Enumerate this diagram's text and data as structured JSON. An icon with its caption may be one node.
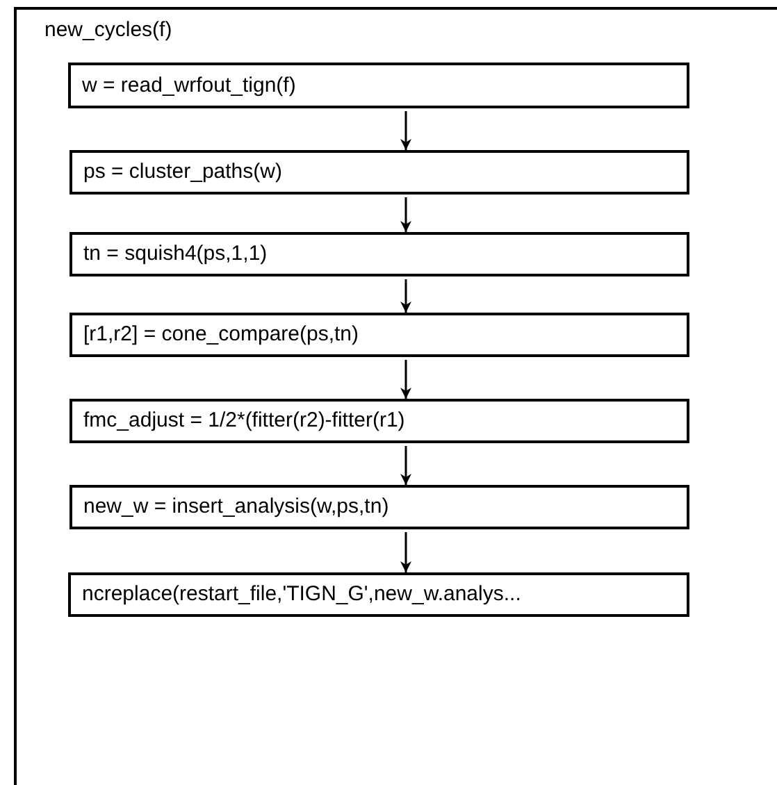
{
  "diagram": {
    "nodes": [
      {
        "text": [
          "new_cycles(f)"
        ]
      },
      {
        "text": [
          "w = read_wrfout_tign(f)"
        ],
        "in": 0
      },
      {
        "text": [
          "ps = cluster_paths(w)"
        ],
        "in": 0
      },
      {
        "text": [
          "tn = squish4(ps,1,1)"
        ],
        "in": 0
      },
      {
        "text": [
          "[r1,r2] = cone_compare(ps,tn)"
        ],
        "in": 0
      },
      {
        "text": [
          "fmc_adjust = 1/2*(fitter(r2)-fitter(r1)"
        ],
        "in": 0
      },
      {
        "text": [
          "new_w = insert_analysis(w,ps,tn)"
        ],
        "in": 0
      },
      {
        "text": [
          "ncreplace(restart_file,'TIGN_G',new_w.analys..."
        ],
        "in": 0
      }
    ],
    "edges": [
      {
        "from": 1,
        "to": 2,
        "arrow": "to"
      },
      {
        "from": 2,
        "to": 3,
        "arrow": "to"
      },
      {
        "from": 3,
        "to": 4,
        "arrow": "to"
      },
      {
        "from": 4,
        "to": 5,
        "arrow": "to"
      },
      {
        "from": 5,
        "to": 6,
        "arrow": "to"
      },
      {
        "from": 6,
        "to": 7,
        "arrow": "to"
      }
    ]
  }
}
